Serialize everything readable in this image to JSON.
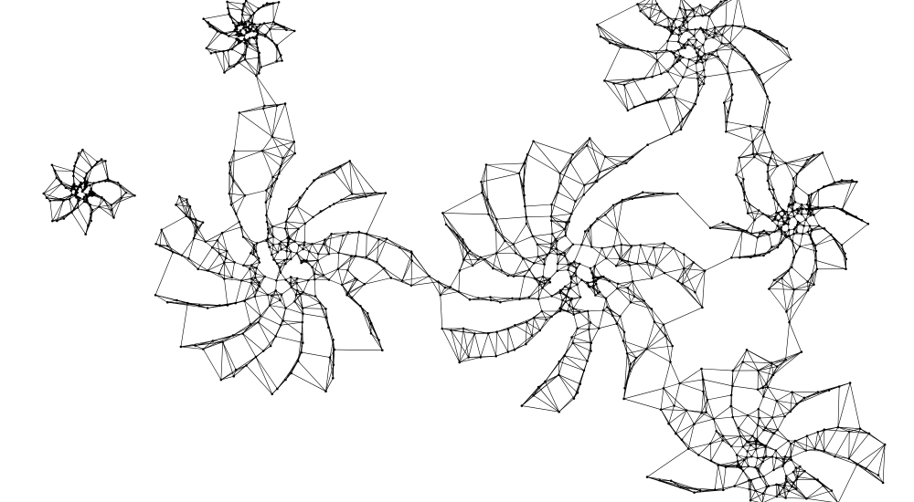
{
  "figure": {
    "kind": "triangulated mesh",
    "background_color": "#ffffff",
    "edge_color": "#000000",
    "vertex_color": "#000000",
    "clusters": [
      {
        "name": "top-left-cluster"
      },
      {
        "name": "far-left-cluster"
      },
      {
        "name": "left-center-cluster"
      },
      {
        "name": "center-cluster"
      },
      {
        "name": "top-right-cluster"
      },
      {
        "name": "right-cluster"
      },
      {
        "name": "bottom-right-cluster"
      }
    ]
  }
}
